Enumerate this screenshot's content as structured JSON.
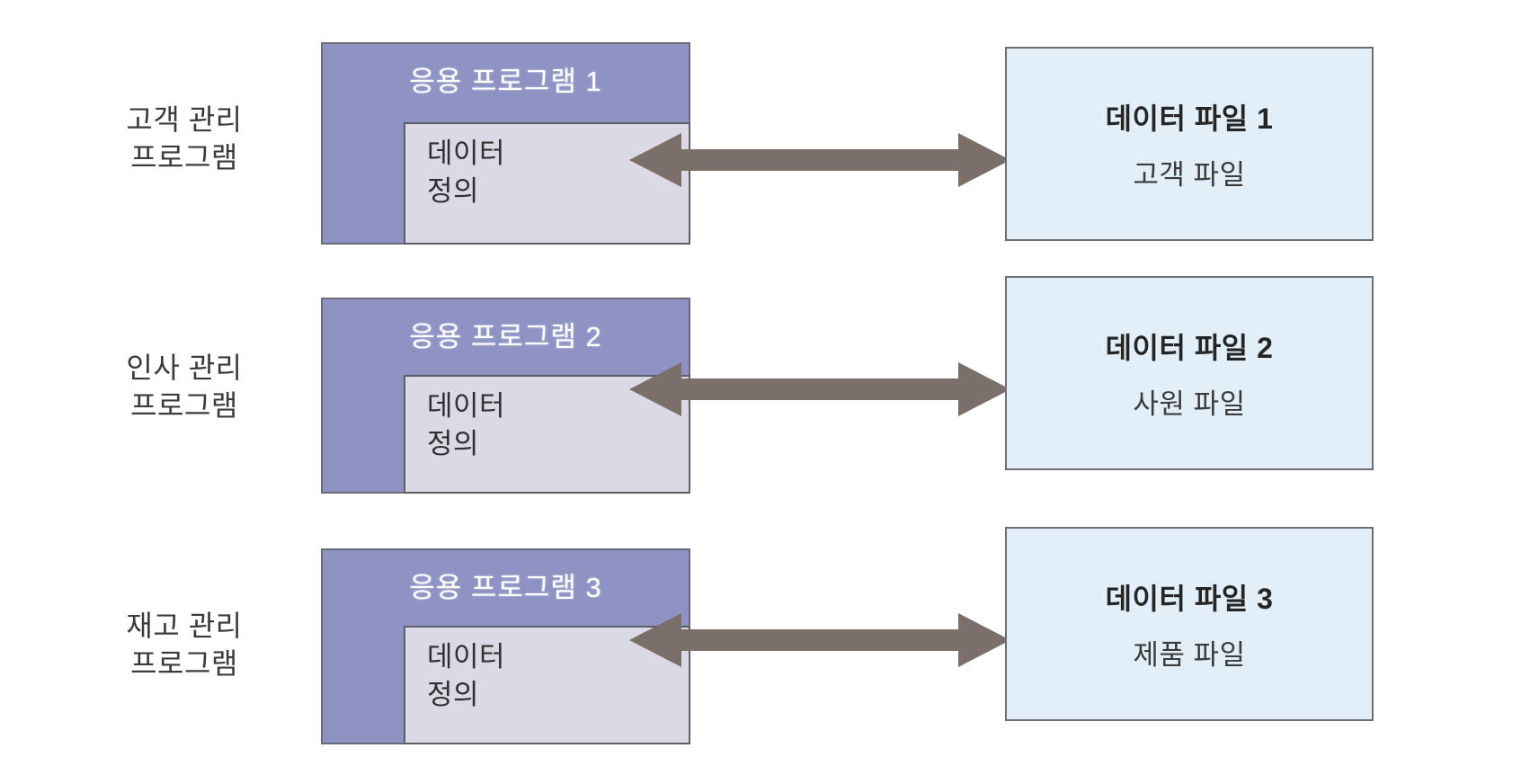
{
  "diagram": {
    "title": "Application programs with their own data definitions linked to separate data files",
    "colors": {
      "app_box_fill": "#8f93c4",
      "app_box_border": "#6b6b78",
      "data_def_fill": "#dcd9e7",
      "data_def_border": "#5d5d66",
      "file_box_fill": "#e2eef8",
      "file_box_border": "#6e6e76",
      "arrow": "#7a7069",
      "page_background": "#ffffff",
      "app_title_text": "#ffffff",
      "body_text": "#3b3b3b"
    },
    "rows": [
      {
        "label_lines": [
          "고객 관리",
          "프로그램"
        ],
        "app_title": "응용 프로그램 1",
        "data_def_lines": [
          "데이터",
          "정의"
        ],
        "arrow": "double-headed-arrow",
        "file_title": "데이터 파일 1",
        "file_sub": "고객 파일"
      },
      {
        "label_lines": [
          "인사 관리",
          "프로그램"
        ],
        "app_title": "응용 프로그램 2",
        "data_def_lines": [
          "데이터",
          "정의"
        ],
        "arrow": "double-headed-arrow",
        "file_title": "데이터 파일 2",
        "file_sub": "사원 파일"
      },
      {
        "label_lines": [
          "재고 관리",
          "프로그램"
        ],
        "app_title": "응용 프로그램 3",
        "data_def_lines": [
          "데이터",
          "정의"
        ],
        "arrow": "double-headed-arrow",
        "file_title": "데이터 파일 3",
        "file_sub": "제품 파일"
      }
    ]
  }
}
